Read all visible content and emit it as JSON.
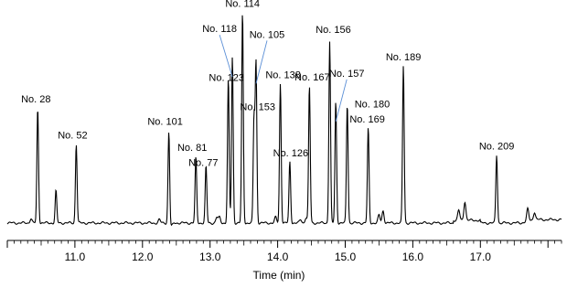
{
  "chart_data": {
    "type": "line",
    "title": "",
    "xlabel": "Time (min)",
    "ylabel": "",
    "xlim": [
      10.0,
      18.2
    ],
    "ylim": [
      0,
      100
    ],
    "grid": false,
    "x_ticks": [
      11.0,
      12.0,
      13.0,
      14.0,
      15.0,
      16.0,
      17.0
    ],
    "x_tick_labels": [
      "11.0",
      "12.0",
      "13.0",
      "14.0",
      "15.0",
      "16.0",
      "17.0"
    ],
    "baseline": 2.5,
    "peaks": [
      {
        "label": "No. 28",
        "x": 10.45,
        "y": 54
      },
      {
        "label": "",
        "x": 10.72,
        "y": 17
      },
      {
        "label": "No. 52",
        "x": 11.02,
        "y": 38
      },
      {
        "label": "No. 101",
        "x": 12.39,
        "y": 44
      },
      {
        "label": "No. 81",
        "x": 12.79,
        "y": 32
      },
      {
        "label": "No. 77",
        "x": 12.94,
        "y": 28
      },
      {
        "label": "No. 123",
        "x": 13.27,
        "y": 67
      },
      {
        "label": "No. 118",
        "x": 13.33,
        "y": 77
      },
      {
        "label": "No. 114",
        "x": 13.48,
        "y": 97
      },
      {
        "label": "No. 105",
        "x": 13.68,
        "y": 74
      },
      {
        "label": "No. 153",
        "x": 13.65,
        "y": 49
      },
      {
        "label": "No. 138",
        "x": 14.04,
        "y": 65
      },
      {
        "label": "No. 126",
        "x": 14.18,
        "y": 30
      },
      {
        "label": "No. 167",
        "x": 14.47,
        "y": 64
      },
      {
        "label": "No. 156",
        "x": 14.77,
        "y": 84
      },
      {
        "label": "No. 157",
        "x": 14.86,
        "y": 57
      },
      {
        "label": "No. 180",
        "x": 15.03,
        "y": 56
      },
      {
        "label": "No. 169",
        "x": 15.34,
        "y": 45
      },
      {
        "label": "No. 189",
        "x": 15.86,
        "y": 73
      },
      {
        "label": "No. 209",
        "x": 17.24,
        "y": 33
      }
    ],
    "minor_peaks": [
      {
        "x": 10.35,
        "y": 4.5
      },
      {
        "x": 12.25,
        "y": 4
      },
      {
        "x": 13.1,
        "y": 5
      },
      {
        "x": 13.14,
        "y": 5
      },
      {
        "x": 13.97,
        "y": 5
      },
      {
        "x": 14.34,
        "y": 4
      },
      {
        "x": 14.42,
        "y": 5
      },
      {
        "x": 15.5,
        "y": 6
      },
      {
        "x": 15.56,
        "y": 8
      },
      {
        "x": 16.68,
        "y": 7
      },
      {
        "x": 16.77,
        "y": 11
      },
      {
        "x": 17.7,
        "y": 8
      },
      {
        "x": 17.8,
        "y": 6
      }
    ]
  }
}
